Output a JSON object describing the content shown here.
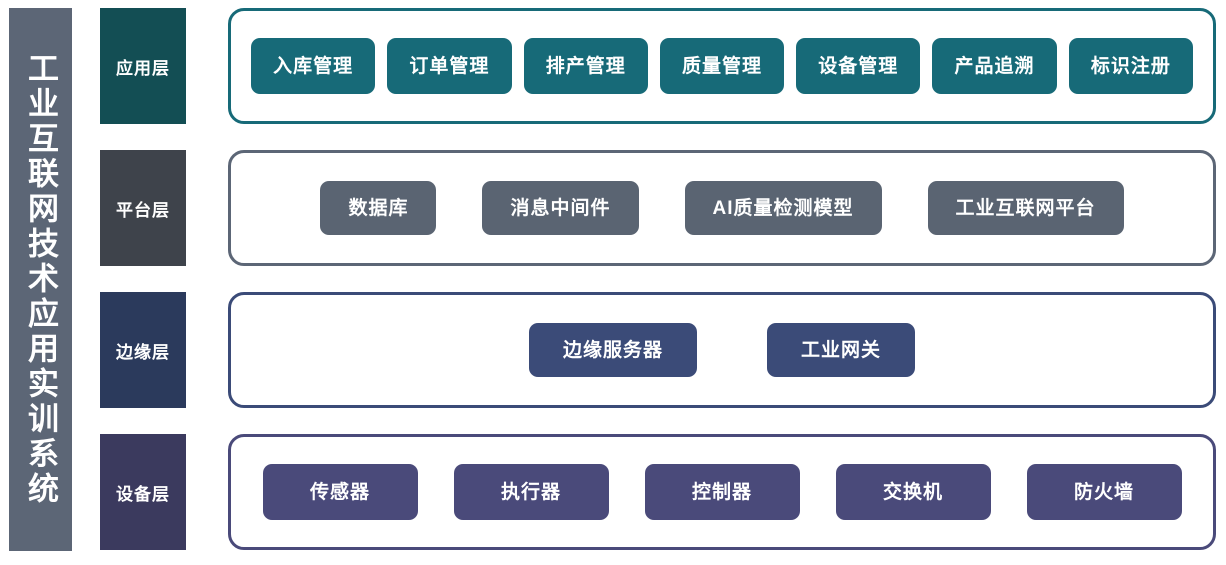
{
  "diagram": {
    "title": "工业互联网技术应用实训系统",
    "title_color": "#5C6676",
    "layers": [
      {
        "id": "application",
        "label": "应用层",
        "label_bg": "#134E54",
        "border_color": "#176A78",
        "pill_color": "#176A78",
        "items": [
          "入库管理",
          "订单管理",
          "排产管理",
          "质量管理",
          "设备管理",
          "产品追溯",
          "标识注册"
        ]
      },
      {
        "id": "platform",
        "label": "平台层",
        "label_bg": "#3E434B",
        "border_color": "#5C6676",
        "pill_color": "#5A6472",
        "items": [
          "数据库",
          "消息中间件",
          "AI质量检测模型",
          "工业互联网平台"
        ]
      },
      {
        "id": "edge",
        "label": "边缘层",
        "label_bg": "#2B3A5C",
        "border_color": "#3B4B78",
        "pill_color": "#3B4B78",
        "items": [
          "边缘服务器",
          "工业网关"
        ]
      },
      {
        "id": "device",
        "label": "设备层",
        "label_bg": "#3B3A5E",
        "border_color": "#4A4A7A",
        "pill_color": "#4A4A7A",
        "items": [
          "传感器",
          "执行器",
          "控制器",
          "交换机",
          "防火墙"
        ]
      }
    ]
  }
}
